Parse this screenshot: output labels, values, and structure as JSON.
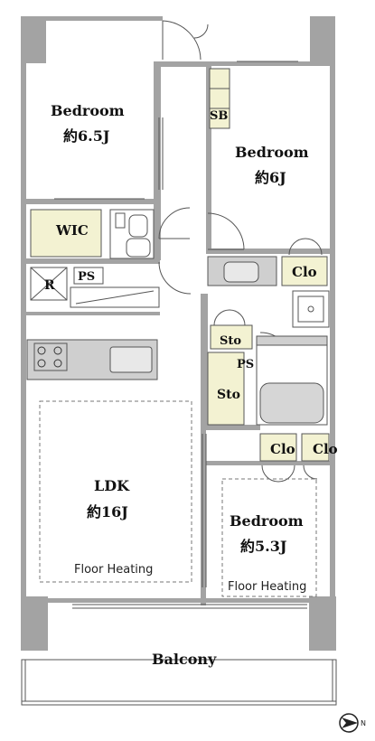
{
  "rooms": {
    "bedroom_nw": {
      "name": "Bedroom",
      "size": "約6.5J"
    },
    "bedroom_ne": {
      "name": "Bedroom",
      "size": "約6J"
    },
    "ldk": {
      "name": "LDK",
      "size": "約16J",
      "note": "Floor Heating"
    },
    "bedroom_se": {
      "name": "Bedroom",
      "size": "約5.3J",
      "note": "Floor Heating"
    },
    "balcony": {
      "name": "Balcony"
    }
  },
  "storage": {
    "shoe_box": "SB",
    "walk_in_closet": "WIC",
    "refrigerator": "R",
    "pipe_space_1": "PS",
    "pipe_space_2": "PS",
    "closet_laundry": "Clo",
    "storage_upper": "Sto",
    "storage_lower": "Sto",
    "closet_1": "Clo",
    "closet_2": "Clo"
  },
  "compass": {
    "north_label": "N",
    "icon": "north-arrow-icon"
  },
  "colors": {
    "wall": "#a3a3a3",
    "storage_fill": "#f3f2d2",
    "counter": "#cfcfcf",
    "line": "#555555"
  }
}
